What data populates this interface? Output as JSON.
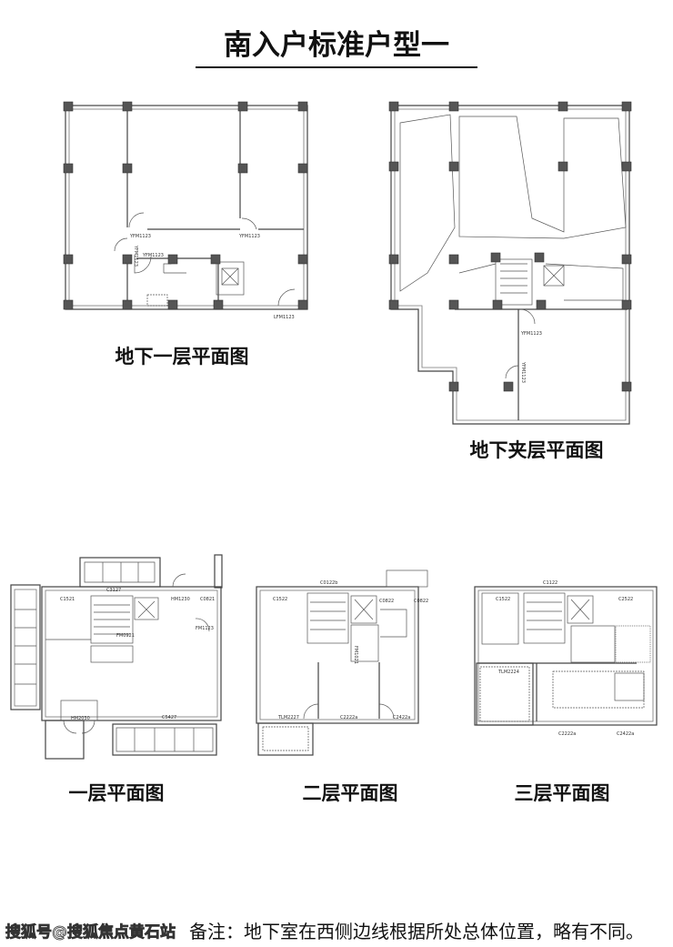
{
  "title": "南入户标准户型一",
  "plans": {
    "b1": {
      "caption": "地下一层平面图",
      "doors": [
        "YFM1123",
        "YFM1123",
        "YFM1123",
        "YFM1123",
        "LFM1123"
      ]
    },
    "mezz": {
      "caption": "地下夹层平面图",
      "doors": [
        "YFM1123",
        "YFM1123"
      ]
    },
    "f1": {
      "caption": "一层平面图",
      "labels": [
        "C1521",
        "C3127",
        "HM1230",
        "C0821",
        "FM1123",
        "FM0921",
        "HM2030",
        "C5427"
      ]
    },
    "f2": {
      "caption": "二层平面图",
      "labels": [
        "C1522",
        "C0122b",
        "C0822",
        "C0822",
        "FM1021",
        "TLM2227",
        "C2222a",
        "C2422a"
      ]
    },
    "f3": {
      "caption": "三层平面图",
      "labels": [
        "C1522",
        "C1122",
        "C2522",
        "TLM2224",
        "C2222a",
        "C2422a"
      ]
    }
  },
  "note": "备注：地下室在西侧边线根据所处总体位置，略有不同。",
  "watermark": "搜狐号@搜狐焦点黄石站"
}
